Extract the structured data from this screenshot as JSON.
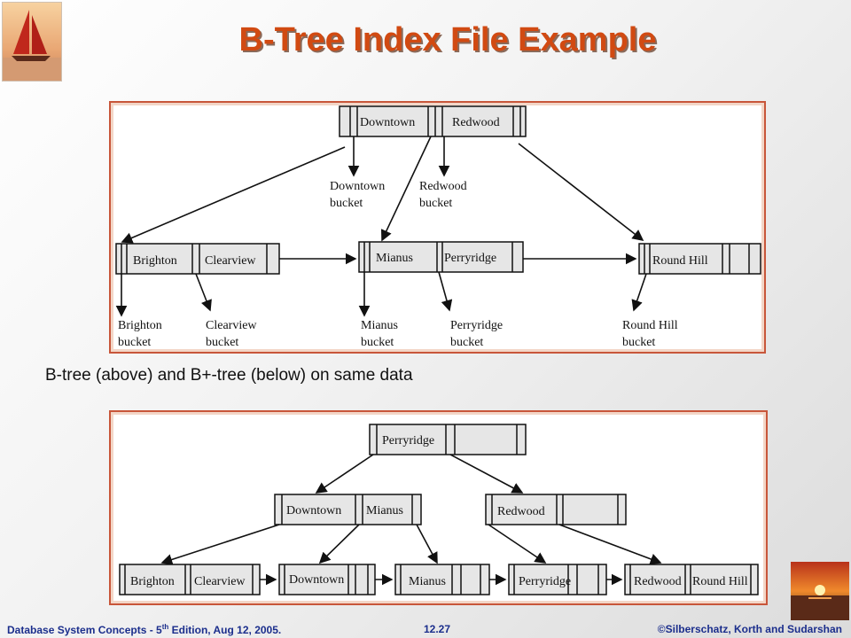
{
  "slide": {
    "title": "B-Tree Index File Example",
    "caption": "B-tree (above) and B+-tree (below) on same data"
  },
  "btree": {
    "root": [
      "Downtown",
      "Redwood"
    ],
    "root_buckets": [
      "Downtown bucket",
      "Redwood bucket"
    ],
    "leaves": [
      [
        "Brighton",
        "Clearview"
      ],
      [
        "Mianus",
        "Perryridge"
      ],
      [
        "Round Hill"
      ]
    ],
    "leaf_buckets": [
      "Brighton bucket",
      "Clearview bucket",
      "Mianus bucket",
      "Perryridge bucket",
      "Round Hill bucket"
    ]
  },
  "bplustree": {
    "root": [
      "Perryridge"
    ],
    "internal": [
      [
        "Downtown",
        "Mianus"
      ],
      [
        "Redwood"
      ]
    ],
    "leaves": [
      [
        "Brighton",
        "Clearview"
      ],
      [
        "Downtown"
      ],
      [
        "Mianus"
      ],
      [
        "Perryridge"
      ],
      [
        "Redwood",
        "Round Hill"
      ]
    ]
  },
  "footer": {
    "left_prefix": "Database  System Concepts  - 5",
    "left_sup": "th",
    "left_suffix": " Edition, Aug 12, 2005.",
    "page": "12.27",
    "right": "©Silberschatz, Korth  and  Sudarshan"
  },
  "colors": {
    "title": "#d14a12",
    "footer": "#1b2e8c",
    "panel_border": "#c8563a",
    "node_fill": "#e6e6e6"
  }
}
